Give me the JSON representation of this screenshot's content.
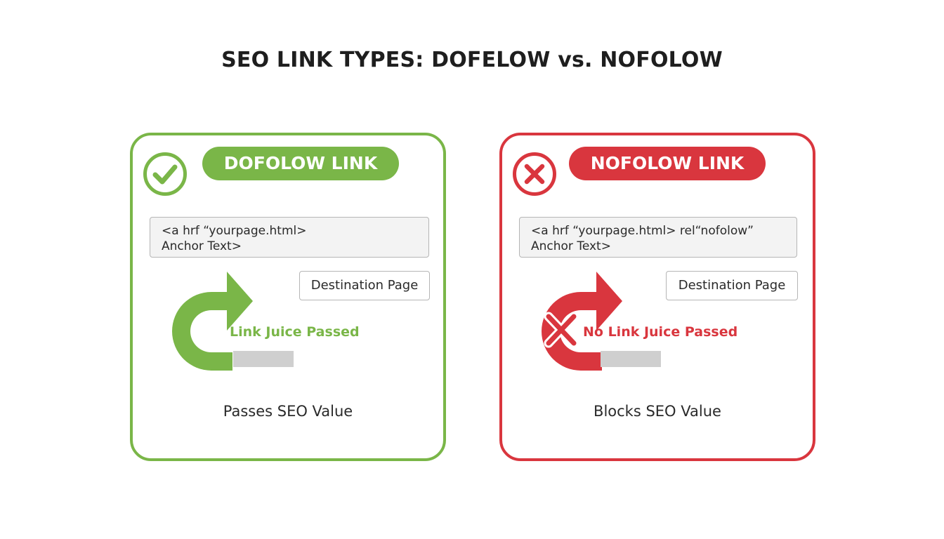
{
  "title": "SEO LINK TYPES: DOFELOW vs. NOFOLOW",
  "colors": {
    "green": "#7ab648",
    "red": "#d9363e",
    "gray_bar": "#cfcfcf",
    "code_bg": "#f3f3f3"
  },
  "dofollow": {
    "icon": "check-circle-icon",
    "badge": "DOFOLOW LINK",
    "code_line1": "<a hrf “yourpage.html>",
    "code_line2": "Anchor Text>",
    "destination": "Destination Page",
    "arrow_icon": "curved-arrow-icon",
    "juice": "Link Juice Passed",
    "value": "Passes SEO Value"
  },
  "nofollow": {
    "icon": "x-circle-icon",
    "badge": "NOFOLOW LINK",
    "code_line1": "<a hrf “yourpage.html> rel“nofolow”",
    "code_line2": "Anchor Text>",
    "destination": "Destination Page",
    "arrow_icon": "blocked-curved-arrow-icon",
    "juice": "No Link Juice Passed",
    "value": "Blocks SEO Value"
  }
}
